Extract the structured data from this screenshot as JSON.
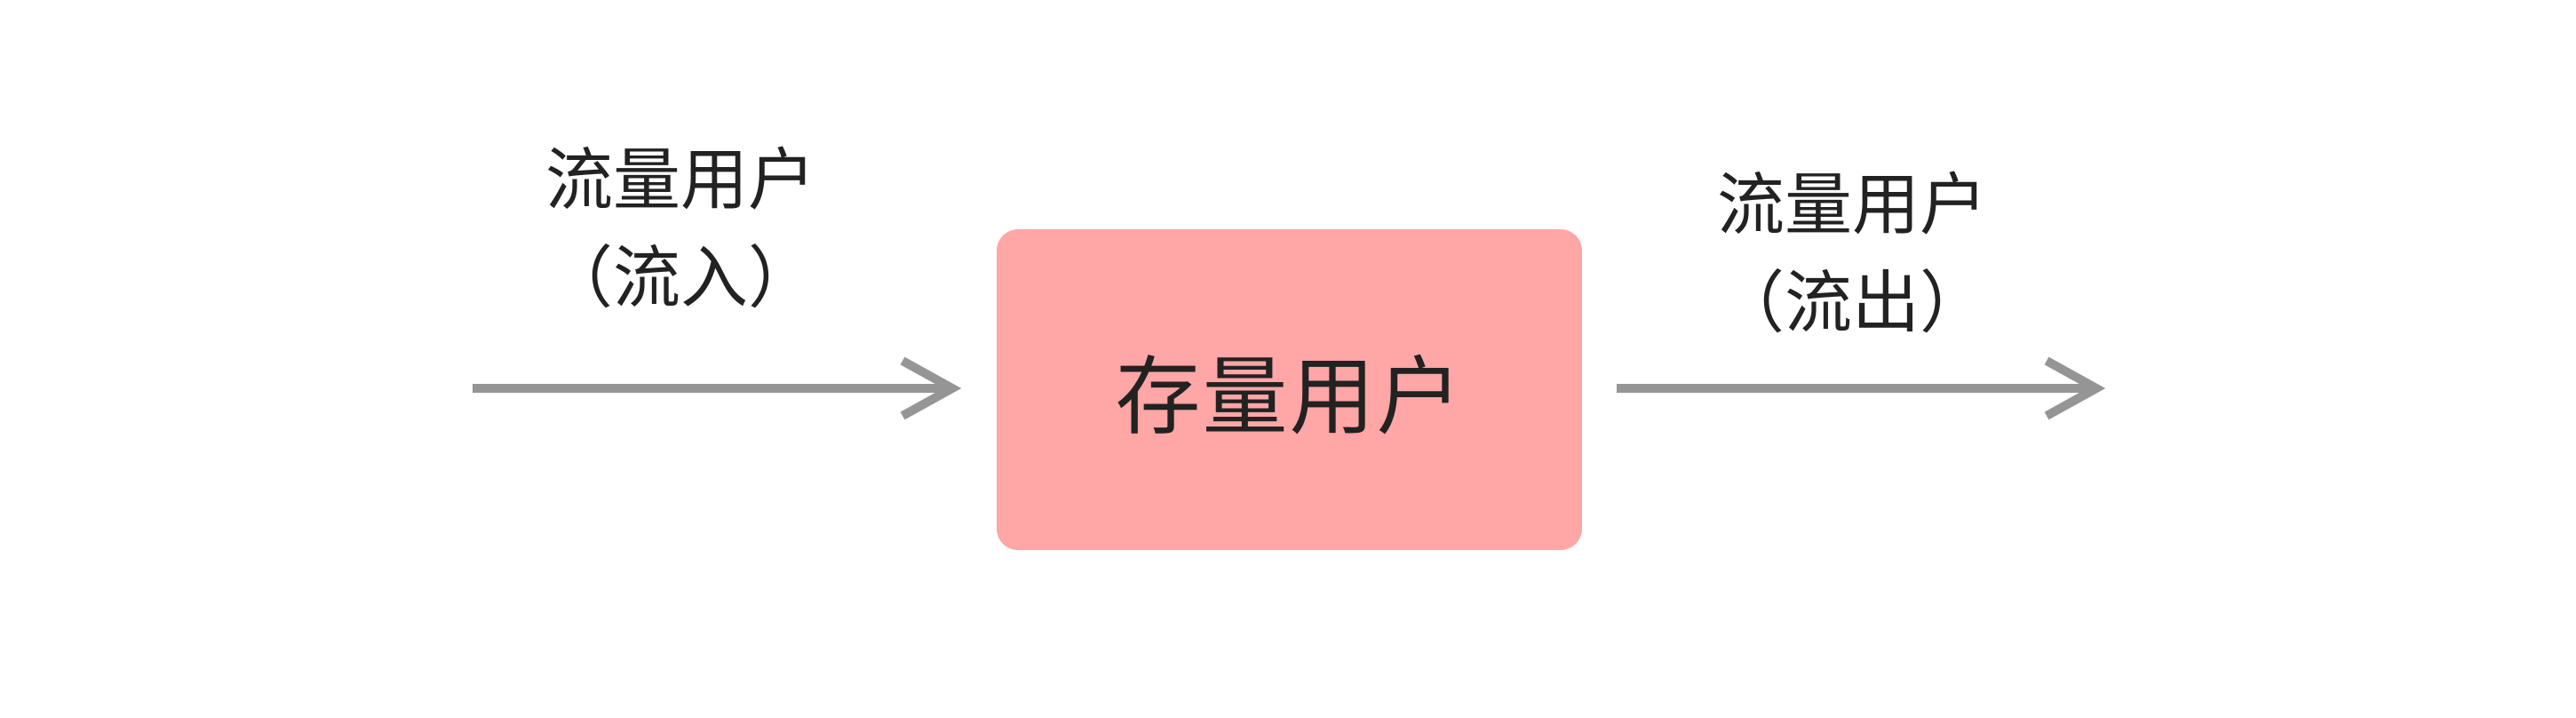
{
  "diagram": {
    "inflow_label": {
      "line1": "流量用户",
      "line2": "（流入）"
    },
    "stock_box": {
      "label": "存量用户",
      "fill": "#FFA6A6"
    },
    "outflow_label": {
      "line1": "流量用户",
      "line2": "（流出）"
    },
    "arrows": [
      {
        "name": "inflow-arrow",
        "from": "inflow",
        "to": "stock",
        "color": "#959595"
      },
      {
        "name": "outflow-arrow",
        "from": "stock",
        "to": "outflow",
        "color": "#959595"
      }
    ],
    "text_color": "#222222"
  }
}
